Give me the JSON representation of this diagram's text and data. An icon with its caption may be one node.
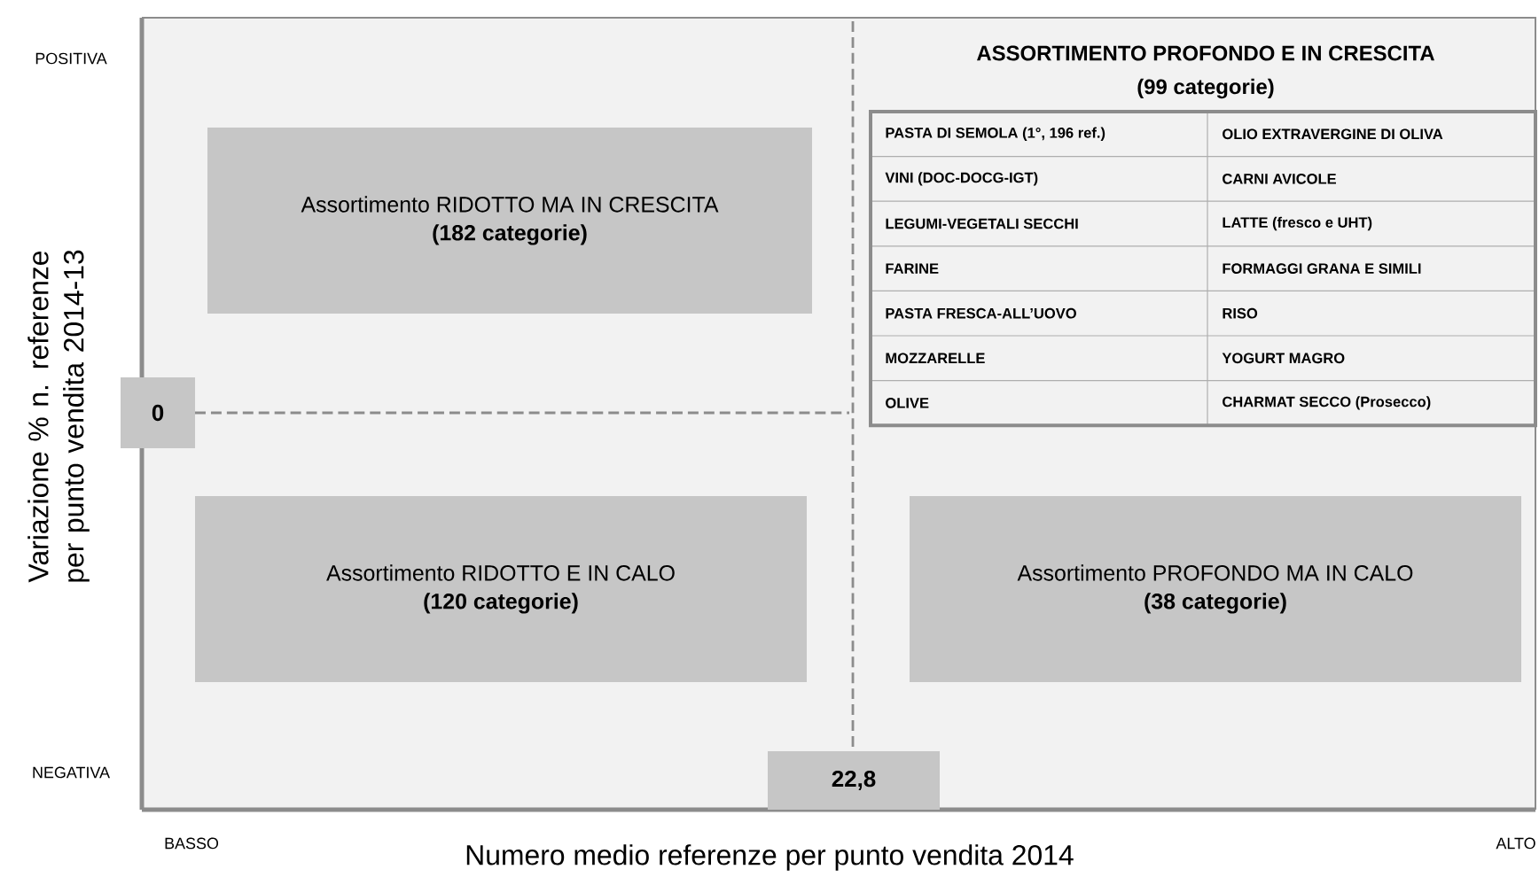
{
  "diagram": {
    "nodes": [
      {
        "text": [
          "Assortimento RIDOTTO MA IN CRESCITA",
          "(182 categorie)"
        ]
      },
      {
        "text": [
          "Assortimento RIDOTTO E IN CALO",
          "(120 categorie)"
        ]
      },
      {
        "text": [
          "Assortimento PROFONDO MA IN CALO",
          "(38 categorie)"
        ]
      },
      {
        "text": [
          "0"
        ]
      },
      {
        "text": [
          "22,8"
        ]
      }
    ],
    "labels": [
      "POSITIVA",
      "ASSORTIMENTO PROFONDO E IN CRESCITA",
      "(99 categorie)",
      "PASTA DI SEMOLA (1°, 196 ref.)",
      "OLIO EXTRAVERGINE DI OLIVA",
      "VINI (DOC-DOCG-IGT)",
      "CARNI AVICOLE",
      "LEGUMI-VEGETALI SECCHI",
      "LATTE (fresco e UHT)",
      "FARINE",
      "FORMAGGI GRANA E SIMILI",
      "PASTA FRESCA-ALL’UOVO",
      "RISO",
      "MOZZARELLE",
      "YOGURT MAGRO",
      "OLIVE",
      "CHARMAT SECCO (Prosecco)",
      "Variazione % n. referenze per punto vendita 2014-13",
      "NEGATIVA",
      "BASSO",
      "ALTO",
      "Numero medio referenze per punto vendita 2014"
    ]
  }
}
